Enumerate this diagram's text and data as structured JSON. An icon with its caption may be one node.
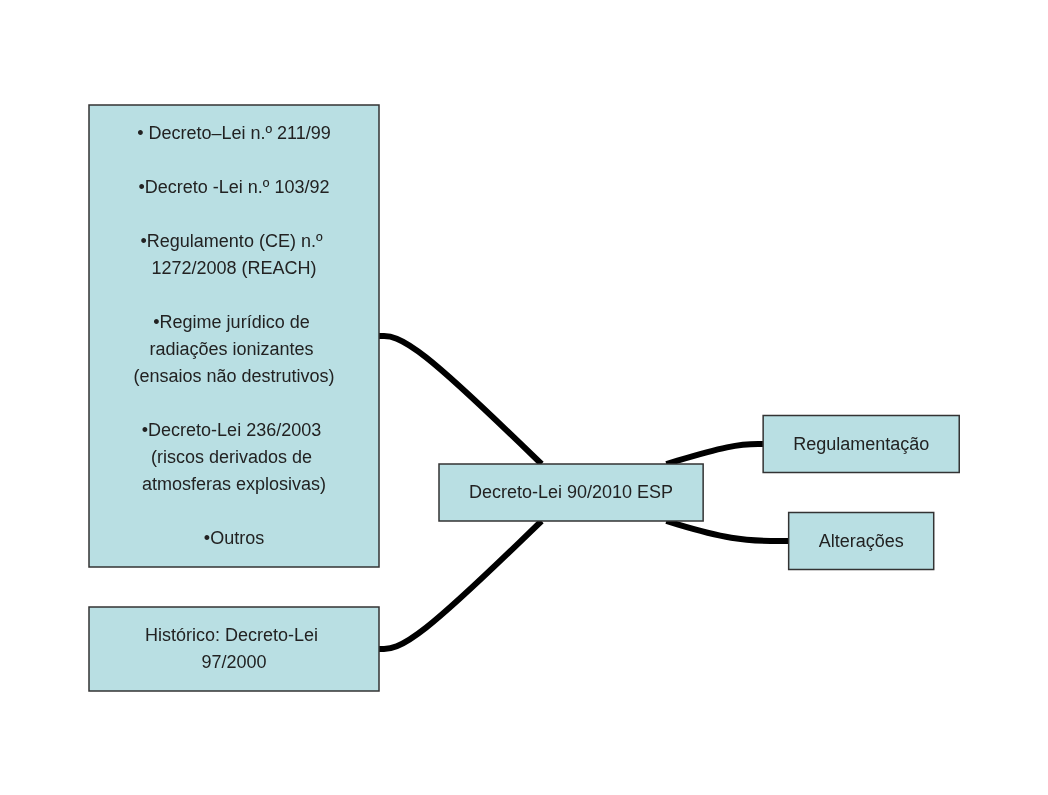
{
  "diagram": {
    "nodes": [
      {
        "text": [
          "• Decreto–Lei n.º 211/99",
          "•Decreto -Lei n.º 103/92",
          "•Regulamento (CE) n.º 1272/2008 (REACH)",
          "•Regime jurídico de radiações ionizantes (ensaios não destrutivos)",
          "•Decreto-Lei 236/2003 (riscos derivados de atmosferas explosivas)",
          "•Outros"
        ]
      },
      {
        "text": [
          "Histórico: Decreto-Lei 97/2000"
        ]
      },
      {
        "text": [
          "Decreto-Lei 90/2010 ESP"
        ]
      },
      {
        "text": [
          "Regulamentação"
        ]
      },
      {
        "text": [
          "Alterações"
        ]
      }
    ],
    "edges": [
      {
        "from": 0,
        "to": 2,
        "arrow": "none"
      },
      {
        "from": 1,
        "to": 2,
        "arrow": "none"
      },
      {
        "from": 2,
        "to": 3,
        "arrow": "none"
      },
      {
        "from": 2,
        "to": 4,
        "arrow": "none"
      }
    ]
  }
}
